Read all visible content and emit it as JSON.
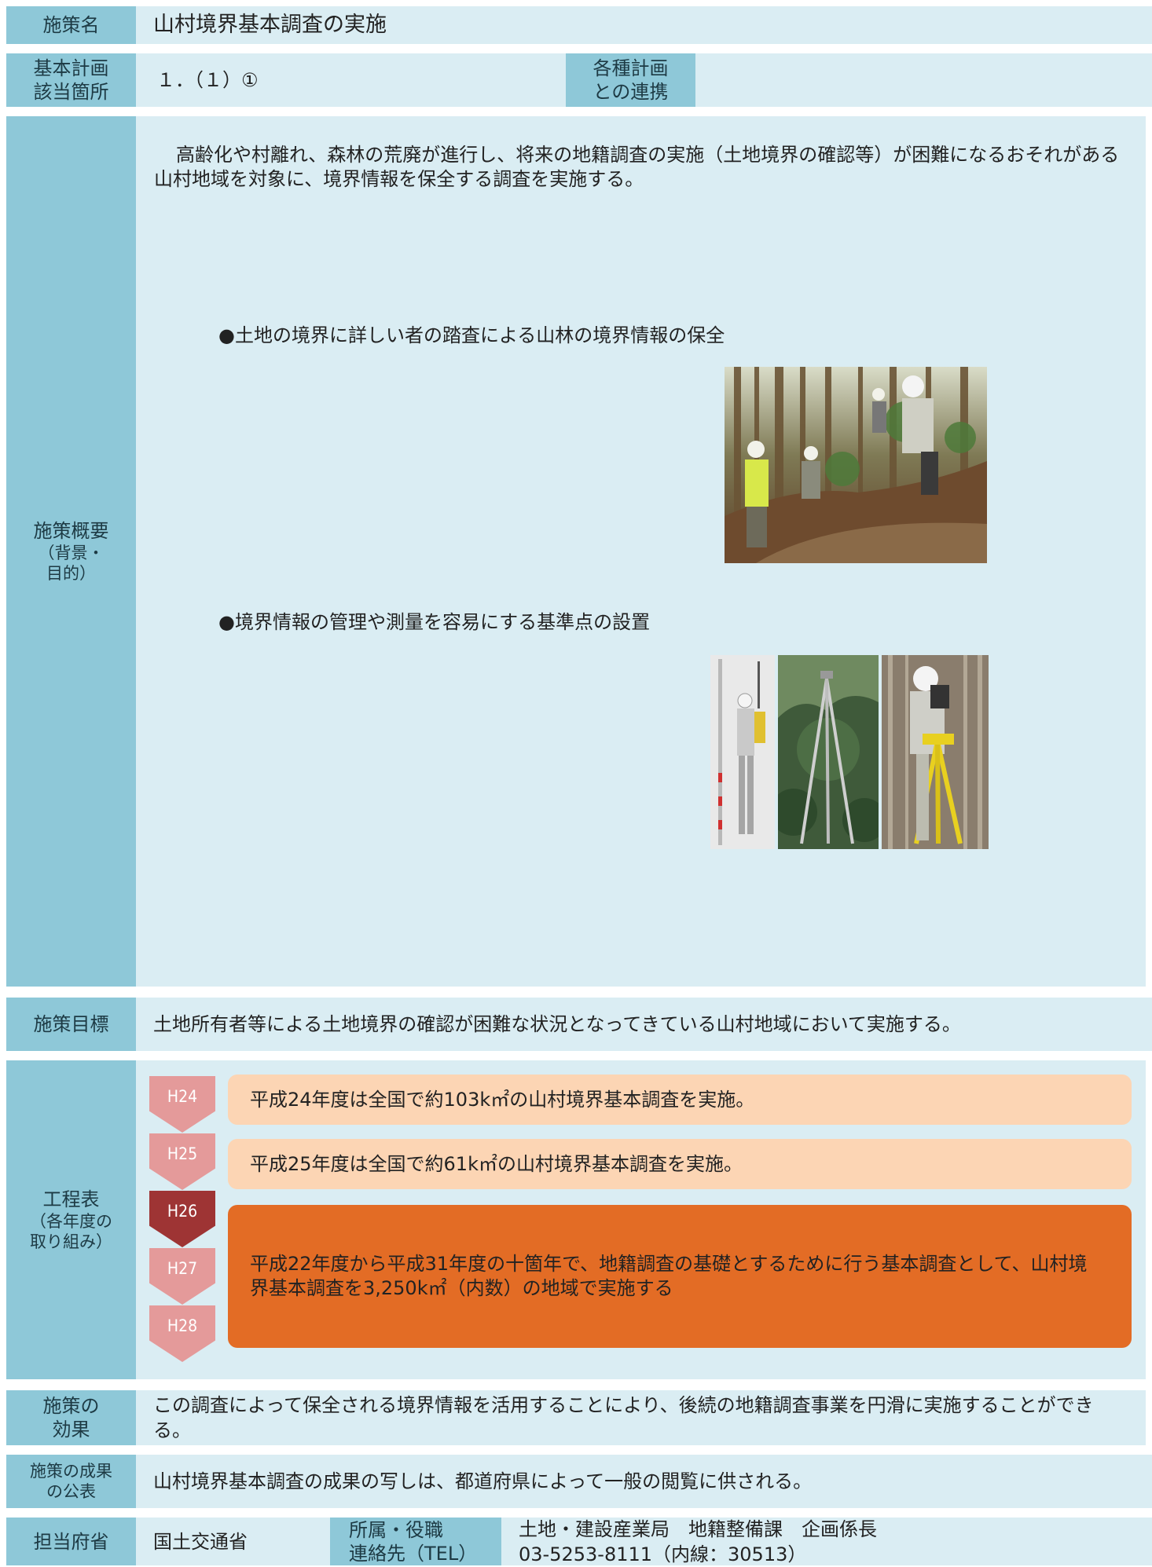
{
  "policy_name": {
    "label": "施策名",
    "value": "山村境界基本調査の実施"
  },
  "basic_plan": {
    "label_line1": "基本計画",
    "label_line2": "該当箇所",
    "value": "１．（１）①"
  },
  "coordination": {
    "label_line1": "各種計画",
    "label_line2": "との連携",
    "value": ""
  },
  "overview": {
    "label_line1": "施策概要",
    "label_line2": "（背景・",
    "label_line3": "目的）",
    "text": "高齢化や村離れ、森林の荒廃が進行し、将来の地籍調査の実施（土地境界の確認等）が困難になるおそれがある山村地域を対象に、境界情報を保全する調査を実施する。",
    "bullet1": "●土地の境界に詳しい者の踏査による山林の境界情報の保全",
    "bullet2": "●境界情報の管理や測量を容易にする基準点の設置"
  },
  "target": {
    "label": "施策目標",
    "value": "土地所有者等による土地境界の確認が困難な状況となってきている山村地域において実施する。"
  },
  "schedule": {
    "label_line1": "工程表",
    "label_line2": "（各年度の",
    "label_line3": "取り組み）",
    "years": [
      "H24",
      "H25",
      "H26",
      "H27",
      "H28"
    ],
    "current_year": "H26",
    "items": [
      "平成24年度は全国で約103k㎡の山村境界基本調査を実施。",
      "平成25年度は全国で約61k㎡の山村境界基本調査を実施。",
      "平成22年度から平成31年度の十箇年で、地籍調査の基礎とするために行う基本調査として、山村境界基本調査を3,250k㎡（内数）の地域で実施する"
    ],
    "colors": {
      "past_box": "#fcd5b4",
      "current_box": "#e36c25",
      "chevron": "#e49a9a",
      "chevron_current": "#9e3434"
    }
  },
  "effect": {
    "label_line1": "施策の",
    "label_line2": "効果",
    "value": "この調査によって保全される境界情報を活用することにより、後続の地籍調査事業を円滑に実施することができる。"
  },
  "publication": {
    "label_line1": "施策の成果",
    "label_line2": "の公表",
    "value": "山村境界基本調査の成果の写しは、都道府県によって一般の閲覧に供される。"
  },
  "ministry": {
    "label": "担当府省",
    "value": "国土交通省"
  },
  "contact": {
    "label_line1": "所属・役職",
    "label_line2": "連絡先（TEL）",
    "dept": "土地・建設産業局　地籍整備課　企画係長",
    "tel": "03-5253-8111（内線：30513）"
  },
  "colors": {
    "label_bg": "#8ec8d8",
    "cell_bg": "#daedf3"
  }
}
